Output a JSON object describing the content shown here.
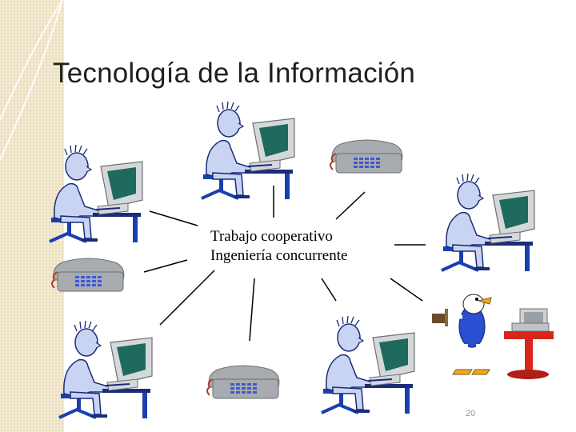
{
  "slide": {
    "title": "Tecnología de la Información",
    "center_lines": [
      "Trabajo cooperativo",
      "Ingeniería concurrente"
    ],
    "page_number": "20"
  },
  "colors": {
    "band": "#f3ead2",
    "person": "#c9d4f2",
    "outline": "#1a2c7a",
    "monitor": "#d5d8da",
    "screen": "#1e6b5e",
    "phone": "#a8abb0",
    "keypad": "#3b5bd6",
    "table_red": "#d9261c"
  },
  "icons": [
    "person-at-computer-icon",
    "telephone-icon",
    "duck-with-hammer-icon",
    "computer-desk-icon"
  ]
}
